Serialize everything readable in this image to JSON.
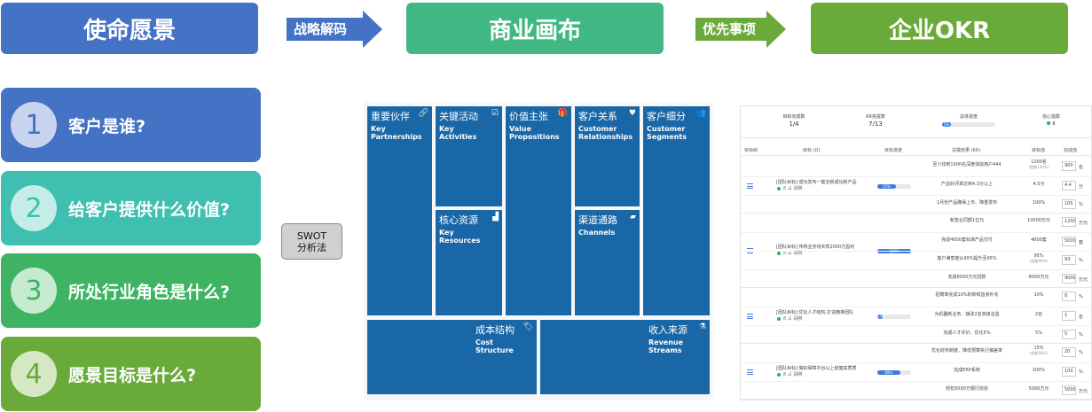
{
  "header": {
    "mission": "使命愿景",
    "arrow1": "战略解码",
    "canvas": "商业画布",
    "arrow2": "优先事项",
    "okr": "企业OKR"
  },
  "questions": [
    {
      "num": "1",
      "text": "客户是谁?"
    },
    {
      "num": "2",
      "text": "给客户提供什么价值?"
    },
    {
      "num": "3",
      "text": "所处行业角色是什么?"
    },
    {
      "num": "4",
      "text": "愿景目标是什么?"
    }
  ],
  "swot": {
    "line1": "SWOT",
    "line2": "分析法"
  },
  "canvas": {
    "partners": {
      "zh": "重要伙伴",
      "en1": "Key",
      "en2": "Partnerships"
    },
    "activities": {
      "zh": "关键活动",
      "en1": "Key",
      "en2": "Activities"
    },
    "value": {
      "zh": "价值主张",
      "en1": "Value",
      "en2": "Propositions"
    },
    "relationships": {
      "zh": "客户关系",
      "en1": "Customer",
      "en2": "Relationships"
    },
    "segments": {
      "zh": "客户细分",
      "en1": "Customer",
      "en2": "Segments"
    },
    "resources": {
      "zh": "核心资源",
      "en1": "Key",
      "en2": "Resources"
    },
    "channels": {
      "zh": "渠道通路",
      "en1": "Channels",
      "en2": ""
    },
    "cost": {
      "zh": "成本结构",
      "en1": "Cost",
      "en2": "Structure"
    },
    "revenue": {
      "zh": "收入来源",
      "en1": "Revenue",
      "en2": "Streams"
    }
  },
  "okr": {
    "stats": [
      {
        "label": "目标完成数",
        "value": "1/4"
      },
      {
        "label": "KR完成数",
        "value": "7/13"
      },
      {
        "label": "总体进度",
        "value": "5%"
      },
      {
        "label": "信心指数",
        "value": "8"
      }
    ],
    "headers": [
      "目标树",
      "目标 (O)",
      "目标进度",
      "关键结果 (KR)",
      "目标值",
      "完成值"
    ],
    "groups": [
      {
        "objective": "[团队目标] 成功发布一套全新成功新产品",
        "owner": "8 占 胡腾",
        "progress": "55%",
        "progress_value": 55,
        "krs": [
          {
            "text": "至少找到1000名深度体验用户444",
            "goal": "1200名",
            "goal_note": "(超额120%)",
            "done": "900",
            "unit": "名"
          },
          {
            "text": "产品好评率达到4.3分以上",
            "goal": "4.5分",
            "goal_note": "",
            "done": "4.4",
            "unit": "分"
          },
          {
            "text": "1月份产品确保上市、降重发布",
            "goal": "100%",
            "goal_note": "",
            "done": "105",
            "unit": "%"
          }
        ]
      },
      {
        "objective": "[团队目标] 传统业务线实现2000万盈利",
        "owner": "8 占 胡腾",
        "progress": "100%",
        "progress_value": 100,
        "krs": [
          {
            "text": "新签合同额1亿元",
            "goal": "10000万元",
            "goal_note": "",
            "done": "12000",
            "unit": "万元"
          },
          {
            "text": "完成4000套标准产品交付",
            "goal": "4000套",
            "goal_note": "",
            "done": "5000",
            "unit": "套"
          },
          {
            "text": "客户满意度从90%提升至95%",
            "goal": "95%",
            "goal_note": "(超额90%)",
            "done": "93",
            "unit": "%"
          },
          {
            "text": "完成8000万元回款",
            "goal": "8000万元",
            "goal_note": "",
            "done": "9000",
            "unit": "万元"
          }
        ]
      },
      {
        "objective": "[团队目标] 优化人才结构,打造精英团队",
        "owner": "8 占 胡腾",
        "progress": "17%",
        "progress_value": 17,
        "krs": [
          {
            "text": "招聘率完成10%的新鲜血液补充",
            "goal": "10%",
            "goal_note": "",
            "done": "8",
            "unit": "%"
          },
          {
            "text": "为机器新业务、接驳2名高级总监",
            "goal": "2名",
            "goal_note": "",
            "done": "1",
            "unit": "名"
          },
          {
            "text": "完成人才评价、优化5%",
            "goal": "5%",
            "goal_note": "",
            "done": "5",
            "unit": "%"
          }
        ]
      },
      {
        "objective": "[团队目标] 做好保障平台以上稳健高质质",
        "owner": "8 占 胡腾",
        "progress": "68%",
        "progress_value": 68,
        "krs": [
          {
            "text": "优化财务制度、降低预算执行偏差率",
            "goal": "15%",
            "goal_note": "(超额90%)",
            "done": "20",
            "unit": "%"
          },
          {
            "text": "完成ERP系统",
            "goal": "100%",
            "goal_note": "",
            "done": "100",
            "unit": "%"
          },
          {
            "text": "轻松5000万银行授信",
            "goal": "5000万元",
            "goal_note": "",
            "done": "5000",
            "unit": "万元"
          }
        ]
      }
    ]
  },
  "colors": {
    "mission": "#4472c4",
    "canvas": "#41b883",
    "okr": "#6aaa3a",
    "arrow1": "#4472c4",
    "arrow2": "#6aaa3a",
    "q1": "#4472c4",
    "q2": "#3fbfb0",
    "q3": "#3eb463",
    "q4": "#6aaa3a",
    "canvas_cell": "#1a67a8"
  }
}
